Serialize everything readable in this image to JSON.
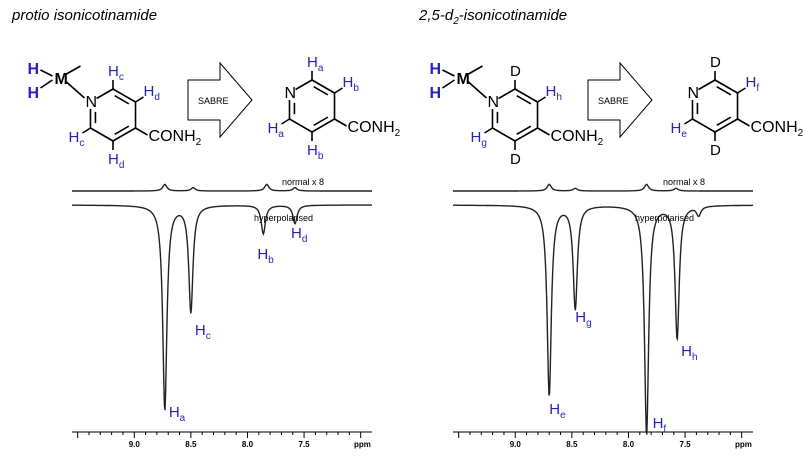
{
  "panels": [
    {
      "title": "protio isonicotinamide",
      "title_sub": "",
      "title_rest": "",
      "complex": {
        "h1": "H",
        "h2": "H",
        "metal": "M",
        "n": "N",
        "pos2": {
          "main": "H",
          "sub": "c"
        },
        "pos3": {
          "main": "H",
          "sub": "d"
        },
        "pos5": {
          "main": "H",
          "sub": "d"
        },
        "pos6": {
          "main": "H",
          "sub": "c"
        },
        "group": {
          "main": "CONH",
          "sub": "2"
        }
      },
      "arrow_label": "SABRE",
      "free": {
        "n": "N",
        "pos2": {
          "main": "H",
          "sub": "a"
        },
        "pos3": {
          "main": "H",
          "sub": "b"
        },
        "pos5": {
          "main": "H",
          "sub": "b"
        },
        "pos6": {
          "main": "H",
          "sub": "a"
        },
        "group": {
          "main": "CONH",
          "sub": "2"
        }
      },
      "normal_label": "normal x 8",
      "hyper_label": "hyperpolarised",
      "peak_labels": [
        {
          "main": "H",
          "sub": "b"
        },
        {
          "main": "H",
          "sub": "d"
        },
        {
          "main": "H",
          "sub": "c"
        },
        {
          "main": "H",
          "sub": "a"
        }
      ],
      "ticks": [
        "9.0",
        "8.5",
        "8.0",
        "7.5"
      ],
      "ppm": "ppm"
    },
    {
      "title": "2,5-d",
      "title_sub": "2",
      "title_rest": "-isonicotinamide",
      "complex": {
        "h1": "H",
        "h2": "H",
        "metal": "M",
        "n": "N",
        "pos2": {
          "main": "D",
          "sub": ""
        },
        "pos3": {
          "main": "H",
          "sub": "h"
        },
        "pos5": {
          "main": "D",
          "sub": ""
        },
        "pos6": {
          "main": "H",
          "sub": "g"
        },
        "group": {
          "main": "CONH",
          "sub": "2"
        }
      },
      "arrow_label": "SABRE",
      "free": {
        "n": "N",
        "pos2": {
          "main": "D",
          "sub": ""
        },
        "pos3": {
          "main": "H",
          "sub": "f"
        },
        "pos5": {
          "main": "D",
          "sub": ""
        },
        "pos6": {
          "main": "H",
          "sub": "e"
        },
        "group": {
          "main": "CONH",
          "sub": "2"
        }
      },
      "normal_label": "normal  x 8",
      "hyper_label": "hyperpolarised",
      "peak_labels": [
        {
          "main": "H",
          "sub": "g"
        },
        {
          "main": "H",
          "sub": "h"
        },
        {
          "main": "H",
          "sub": "e"
        },
        {
          "main": "H",
          "sub": "f"
        }
      ],
      "ticks": [
        "9.0",
        "8.5",
        "8.0",
        "7.5"
      ],
      "ppm": "ppm"
    }
  ],
  "chart_data": [
    {
      "type": "line",
      "series": [
        {
          "name": "normal x 8",
          "peaks": [
            {
              "ppm": 8.73,
              "h": 0.03
            },
            {
              "ppm": 8.48,
              "h": 0.015
            },
            {
              "ppm": 7.83,
              "h": 0.03
            },
            {
              "ppm": 7.58,
              "h": 0.015
            }
          ]
        },
        {
          "name": "hyperpolarised",
          "peaks": [
            {
              "ppm": 8.73,
              "h": -1.0
            },
            {
              "ppm": 8.5,
              "h": -0.52
            },
            {
              "ppm": 7.86,
              "h": -0.14
            },
            {
              "ppm": 7.58,
              "h": -0.09
            }
          ]
        }
      ],
      "xticks": [
        9.0,
        8.5,
        8.0,
        7.5
      ],
      "xrange": [
        9.55,
        6.9
      ],
      "xlabel": "ppm"
    },
    {
      "type": "line",
      "series": [
        {
          "name": "normal x 8",
          "peaks": [
            {
              "ppm": 8.7,
              "h": 0.03
            },
            {
              "ppm": 8.47,
              "h": 0.012
            },
            {
              "ppm": 7.84,
              "h": 0.03
            },
            {
              "ppm": 7.58,
              "h": 0.012
            }
          ]
        },
        {
          "name": "hyperpolarised",
          "peaks": [
            {
              "ppm": 8.7,
              "h": -0.83
            },
            {
              "ppm": 8.47,
              "h": -0.45
            },
            {
              "ppm": 7.84,
              "h": -1.0
            },
            {
              "ppm": 7.57,
              "h": -0.58
            },
            {
              "ppm": 7.38,
              "h": -0.04
            }
          ]
        }
      ],
      "xticks": [
        9.0,
        8.5,
        8.0,
        7.5
      ],
      "xrange": [
        9.55,
        6.9
      ],
      "xlabel": "ppm"
    }
  ]
}
